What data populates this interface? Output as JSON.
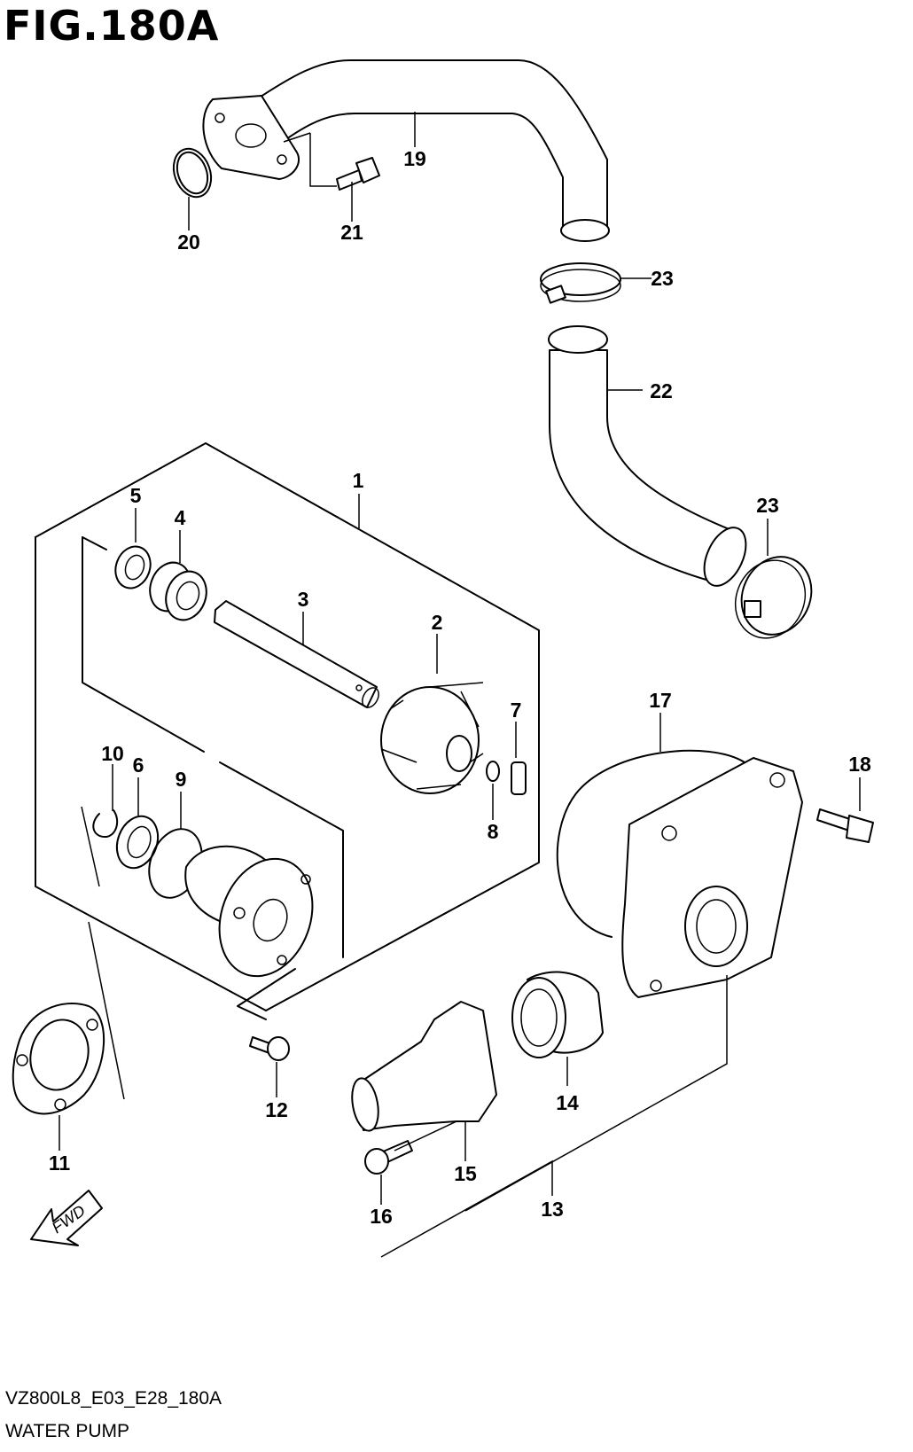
{
  "title": "FIG.180A",
  "footer": {
    "code": "VZ800L8_E03_E28_180A",
    "name": "WATER PUMP"
  },
  "fwd_label": "FWD",
  "callouts": [
    "1",
    "2",
    "3",
    "4",
    "5",
    "6",
    "7",
    "8",
    "9",
    "10",
    "11",
    "12",
    "13",
    "14",
    "15",
    "16",
    "17",
    "18",
    "19",
    "20",
    "21",
    "22",
    "23",
    "23"
  ]
}
